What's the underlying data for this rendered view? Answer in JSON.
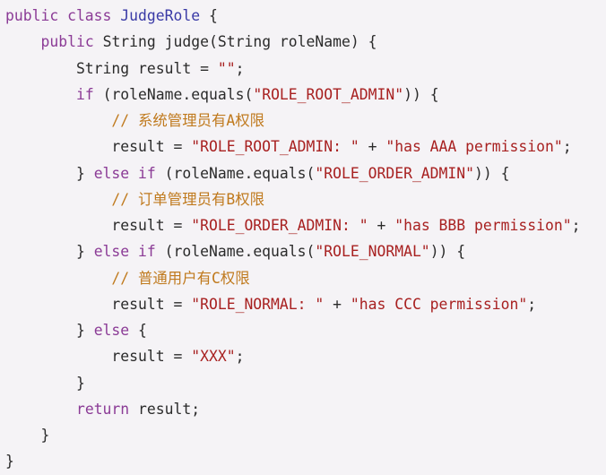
{
  "colors": {
    "keyword": "#8b3b96",
    "type": "#3a3aa6",
    "string": "#a82121",
    "comment": "#c07a1e",
    "plain": "#2b2b2b",
    "background": "#f5f3f6"
  },
  "code_lines": [
    [
      [
        "kw",
        "public class "
      ],
      [
        "ty",
        "JudgeRole"
      ],
      [
        "pl",
        " {"
      ]
    ],
    [
      [
        "pl",
        "    "
      ],
      [
        "kw",
        "public"
      ],
      [
        "pl",
        " String judge(String roleName) {"
      ]
    ],
    [
      [
        "pl",
        "        String result = "
      ],
      [
        "str",
        "\"\""
      ],
      [
        "pl",
        ";"
      ]
    ],
    [
      [
        "pl",
        "        "
      ],
      [
        "kw",
        "if"
      ],
      [
        "pl",
        " (roleName.equals("
      ],
      [
        "str",
        "\"ROLE_ROOT_ADMIN\""
      ],
      [
        "pl",
        ")) {"
      ]
    ],
    [
      [
        "pl",
        "            "
      ],
      [
        "cm",
        "// 系统管理员有A权限"
      ]
    ],
    [
      [
        "pl",
        "            result = "
      ],
      [
        "str",
        "\"ROLE_ROOT_ADMIN: \""
      ],
      [
        "pl",
        " + "
      ],
      [
        "str",
        "\"has AAA permission\""
      ],
      [
        "pl",
        ";"
      ]
    ],
    [
      [
        "pl",
        "        } "
      ],
      [
        "kw",
        "else if"
      ],
      [
        "pl",
        " (roleName.equals("
      ],
      [
        "str",
        "\"ROLE_ORDER_ADMIN\""
      ],
      [
        "pl",
        ")) {"
      ]
    ],
    [
      [
        "pl",
        "            "
      ],
      [
        "cm",
        "// 订单管理员有B权限"
      ]
    ],
    [
      [
        "pl",
        "            result = "
      ],
      [
        "str",
        "\"ROLE_ORDER_ADMIN: \""
      ],
      [
        "pl",
        " + "
      ],
      [
        "str",
        "\"has BBB permission\""
      ],
      [
        "pl",
        ";"
      ]
    ],
    [
      [
        "pl",
        "        } "
      ],
      [
        "kw",
        "else if"
      ],
      [
        "pl",
        " (roleName.equals("
      ],
      [
        "str",
        "\"ROLE_NORMAL\""
      ],
      [
        "pl",
        ")) {"
      ]
    ],
    [
      [
        "pl",
        "            "
      ],
      [
        "cm",
        "// 普通用户有C权限"
      ]
    ],
    [
      [
        "pl",
        "            result = "
      ],
      [
        "str",
        "\"ROLE_NORMAL: \""
      ],
      [
        "pl",
        " + "
      ],
      [
        "str",
        "\"has CCC permission\""
      ],
      [
        "pl",
        ";"
      ]
    ],
    [
      [
        "pl",
        "        } "
      ],
      [
        "kw",
        "else"
      ],
      [
        "pl",
        " {"
      ]
    ],
    [
      [
        "pl",
        "            result = "
      ],
      [
        "str",
        "\"XXX\""
      ],
      [
        "pl",
        ";"
      ]
    ],
    [
      [
        "pl",
        "        }"
      ]
    ],
    [
      [
        "pl",
        "        "
      ],
      [
        "kw",
        "return"
      ],
      [
        "pl",
        " result;"
      ]
    ],
    [
      [
        "pl",
        "    }"
      ]
    ],
    [
      [
        "pl",
        "}"
      ]
    ]
  ]
}
